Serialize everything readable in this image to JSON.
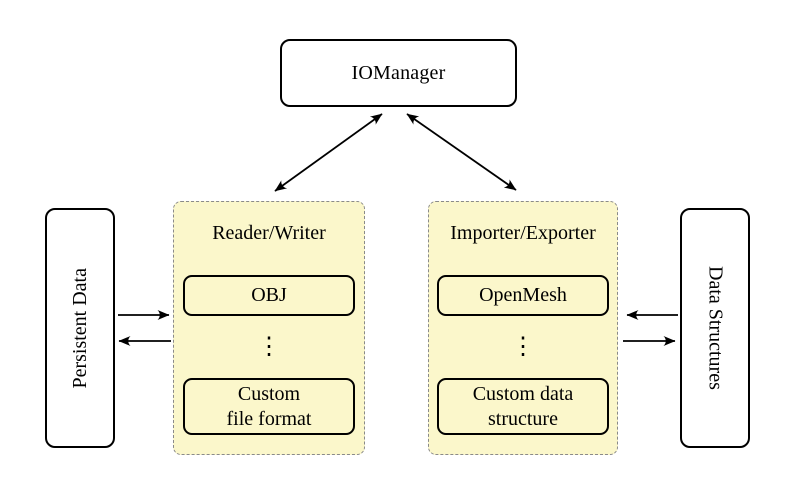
{
  "colors": {
    "background": "#ffffff",
    "container_fill": "#fbf7cb",
    "container_border": "#8a8a8a",
    "node_border": "#000000",
    "node_fill": "#ffffff",
    "arrow": "#000000"
  },
  "nodes": {
    "io_manager": "IOManager",
    "persistent_data": "Persistent Data",
    "data_structures": "Data Structures"
  },
  "groups": {
    "reader_writer": {
      "title": "Reader/Writer",
      "top_item": "OBJ",
      "ellipsis": "⋮",
      "bottom_item_lines": [
        "Custom",
        "file format"
      ]
    },
    "importer_exporter": {
      "title": "Importer/Exporter",
      "top_item": "OpenMesh",
      "ellipsis": "⋮",
      "bottom_item_lines": [
        "Custom data",
        "structure"
      ]
    }
  }
}
